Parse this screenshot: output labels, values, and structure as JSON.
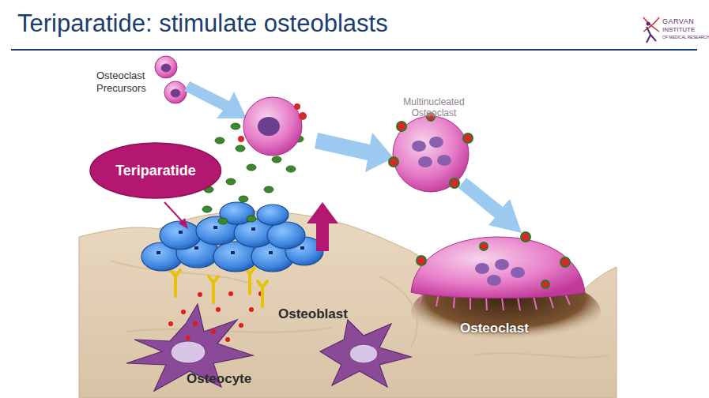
{
  "diagram": {
    "title": "Teriparatide: stimulate osteoblasts",
    "nodes": [
      {
        "text": [
          "Teriparatide"
        ]
      }
    ],
    "labels": [
      "Osteoclast Precursors",
      "Multinucleated Osteoclast",
      "Osteoblast",
      "Osteocyte",
      "Osteoclast",
      "GARVAN",
      "INSTITUTE",
      "OF MEDICAL RESEARCH"
    ]
  }
}
